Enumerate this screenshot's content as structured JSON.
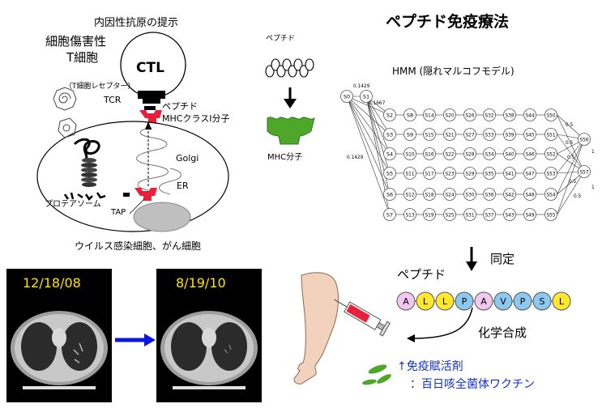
{
  "title_antigen": "内因性抗原の提示",
  "title_therapy": "ペプチド免疫療法",
  "ctl_desc": [
    "細胞傷害性",
    "T細胞"
  ],
  "ctl_label": "CTL",
  "tcell_receptor": "（T細胞レセプター）",
  "tcr": "TCR",
  "peptide_label": "ペプチド",
  "mhc_class1": "MHCクラスI分子",
  "golgi": "Golgi",
  "er": "ER",
  "proteasome": "プロテアソーム",
  "tap": "TAP",
  "cell_caption": "ウイルス感染細胞、がん細胞",
  "peptide_small": "ペプチド",
  "mhc_molecule": "MHC分子",
  "hmm_title": "HMM (隠れマルコフモデル)",
  "hmm": {
    "start_nodes": [
      "S0",
      "S1"
    ],
    "rows": [
      [
        "S2",
        "S8",
        "S14",
        "S20",
        "S26",
        "S32",
        "S38",
        "S44",
        "S50"
      ],
      [
        "S3",
        "S9",
        "S15",
        "S21",
        "S27",
        "S33",
        "S39",
        "S45",
        "S51"
      ],
      [
        "S4",
        "S10",
        "S16",
        "S22",
        "S28",
        "S34",
        "S40",
        "S46",
        "S52"
      ],
      [
        "S5",
        "S11",
        "S17",
        "S23",
        "S29",
        "S35",
        "S41",
        "S47",
        "S53"
      ],
      [
        "S6",
        "S12",
        "S18",
        "S24",
        "S30",
        "S36",
        "S42",
        "S48",
        "S54"
      ],
      [
        "S7",
        "S13",
        "S19",
        "S25",
        "S31",
        "S37",
        "S43",
        "S49",
        "S55"
      ]
    ],
    "end_nodes": [
      "S56",
      "S57"
    ],
    "probabilities": [
      "0.1429",
      "0.1667",
      "0.1429",
      "0.5",
      "0.5",
      "0.5",
      "1",
      "1",
      "0.5",
      "0.5"
    ]
  },
  "identify": "同定",
  "peptide_seq_label": "ペプチド",
  "peptide_sequence": [
    "A",
    "L",
    "L",
    "P",
    "A",
    "V",
    "P",
    "S",
    "L"
  ],
  "chem_synth": "化学合成",
  "adjuvant": "↑免疫賦活剤",
  "vaccine": "：百日咳全菌体ワクチン",
  "ct_dates": [
    "12/18/08",
    "8/19/10"
  ],
  "colors": {
    "red": "#e8203a",
    "green": "#4ea62a",
    "blue": "#0a17e0",
    "ct_date": "#ffe400",
    "adjuvant_text": "#1030d0"
  }
}
